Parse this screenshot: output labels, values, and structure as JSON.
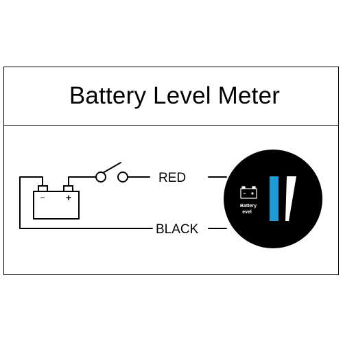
{
  "title": "Battery Level Meter",
  "wires": {
    "positive_label": "RED",
    "negative_label": "BLACK"
  },
  "battery": {
    "negative_terminal": "−",
    "positive_terminal": "+"
  },
  "meter": {
    "label_line1": "Battery",
    "label_line2": "evel",
    "face_color": "#000000",
    "bar_color": "#1e9bd7",
    "needle_color": "#ffffff"
  },
  "icons": {
    "switch": "switch-icon",
    "battery": "battery-icon",
    "meter_battery": "meter-battery-icon"
  }
}
